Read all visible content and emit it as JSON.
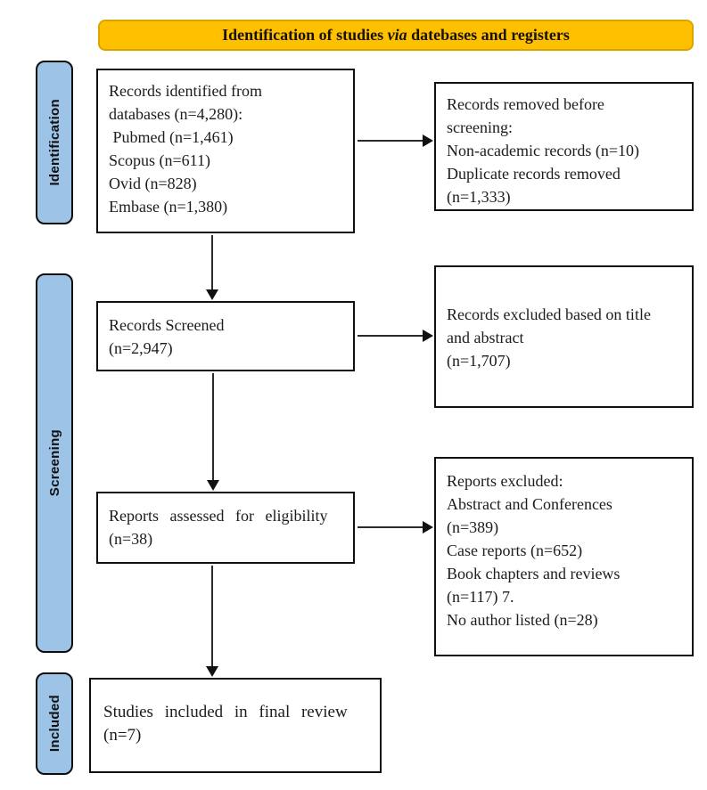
{
  "banner": {
    "parts": [
      "Identification of studies ",
      "via",
      " datebases and registers"
    ],
    "bg_color": "#FFC000",
    "border_color": "#D9A400"
  },
  "sidebar": {
    "bg_color": "#9DC3E6",
    "items": [
      {
        "label": "Identification"
      },
      {
        "label": "Screening"
      },
      {
        "label": "Included"
      }
    ]
  },
  "flow": {
    "identified": {
      "lines": [
        "Records identified from",
        "databases (n=4,280):",
        " Pubmed (n=1,461)",
        "Scopus (n=611)",
        "Ovid (n=828)",
        "Embase (n=1,380)"
      ]
    },
    "removed": {
      "lines": [
        "Records removed before",
        "screening:",
        "Non-academic records (n=10)",
        "Duplicate records removed",
        "(n=1,333)"
      ]
    },
    "screened": {
      "lines": [
        "Records Screened",
        "(n=2,947)"
      ]
    },
    "excluded_title_abstract": {
      "lines": [
        "Records excluded based on title",
        "and abstract",
        "(n=1,707)"
      ]
    },
    "assessed": {
      "lines": [
        "Reports assessed for eligibility",
        "(n=38)"
      ]
    },
    "reports_excluded": {
      "lines": [
        "Reports excluded:",
        "Abstract and Conferences",
        "(n=389)",
        "Case reports (n=652)",
        "Book chapters and reviews",
        "(n=117) 7.",
        "No author listed (n=28)"
      ]
    },
    "included_final": {
      "lines": [
        "Studies included in final review",
        "(n=7)"
      ]
    }
  }
}
